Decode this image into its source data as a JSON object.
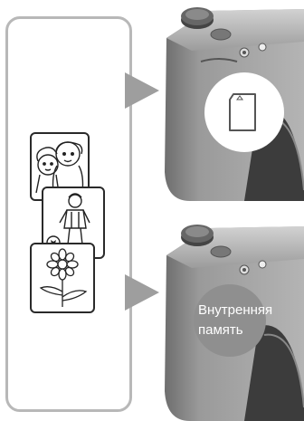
{
  "illustration": {
    "top_camera": {
      "media": "memory-card"
    },
    "bottom_camera": {
      "media": "internal-memory"
    }
  },
  "internal_memory_label": {
    "line1": "Внутренняя",
    "line2": "память"
  }
}
